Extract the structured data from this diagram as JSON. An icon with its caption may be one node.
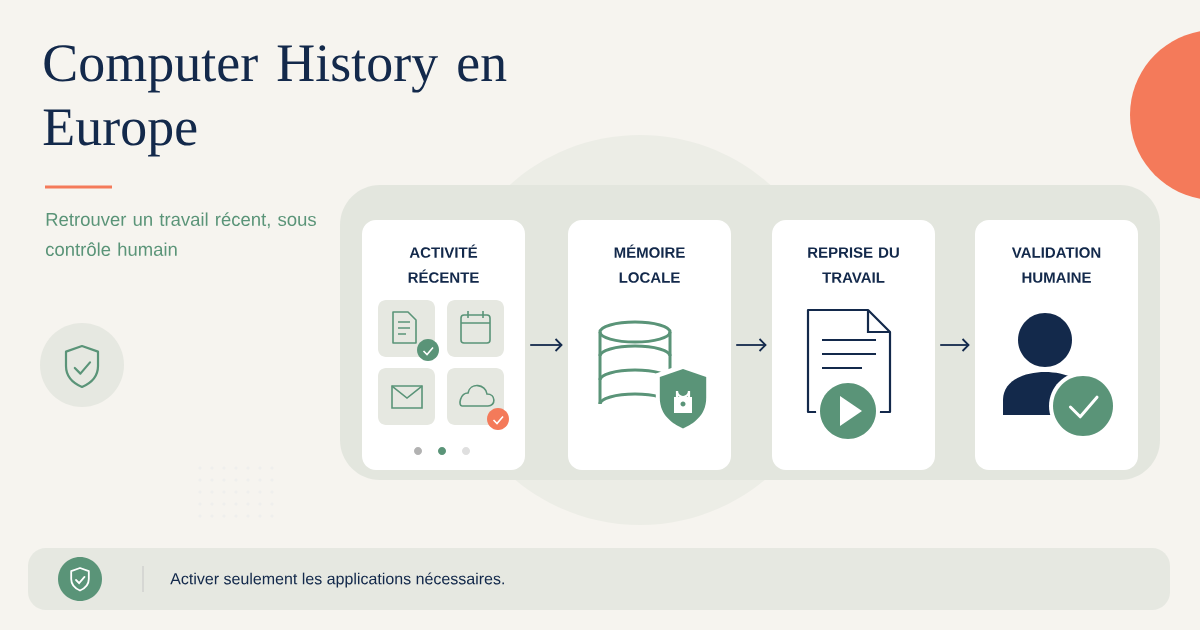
{
  "diagram": {
    "title": "Computer History en Europe",
    "nodes": [
      {
        "text": [
          "ACTIVITÉ RÉCENTE"
        ]
      },
      {
        "text": [
          "MÉMOIRE LOCALE"
        ]
      },
      {
        "text": [
          "REPRISE DU TRAVAIL"
        ]
      },
      {
        "text": [
          "VALIDATION HUMAINE"
        ]
      },
      {
        "text": [
          "Activer seulement les applications nécessaires."
        ]
      }
    ],
    "edges": [
      {
        "from": 0,
        "to": 1,
        "arrow": "to"
      },
      {
        "from": 1,
        "to": 2,
        "arrow": "to"
      },
      {
        "from": 2,
        "to": 3,
        "arrow": "to"
      }
    ],
    "labels": [
      "Retrouver un travail récent, sous contrôle humain"
    ]
  }
}
